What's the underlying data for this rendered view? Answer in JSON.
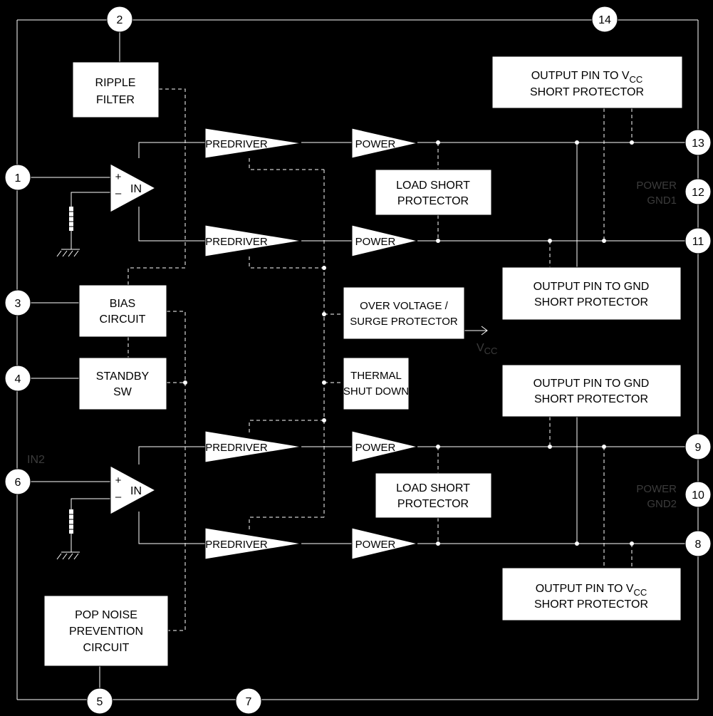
{
  "pins": {
    "p1": "1",
    "p2": "2",
    "p3": "3",
    "p4": "4",
    "p5": "5",
    "p6": "6",
    "p7": "7",
    "p8": "8",
    "p9": "9",
    "p10": "10",
    "p11": "11",
    "p12": "12",
    "p13": "13",
    "p14": "14"
  },
  "blocks": {
    "ripple_filter": [
      "RIPPLE",
      "FILTER"
    ],
    "bias_circuit": [
      "BIAS",
      "CIRCUIT"
    ],
    "standby_sw": [
      "STANDBY",
      "SW"
    ],
    "pop_noise": [
      "POP NOISE",
      "PREVENTION",
      "CIRCUIT"
    ],
    "load_short_1": [
      "LOAD SHORT",
      "PROTECTOR"
    ],
    "load_short_2": [
      "LOAD SHORT",
      "PROTECTOR"
    ],
    "over_voltage": [
      "OVER VOLTAGE /",
      "SURGE PROTECTOR"
    ],
    "thermal": [
      "THERMAL",
      "SHUT DOWN"
    ],
    "out_vcc_1": [
      "OUTPUT PIN TO V",
      "CC",
      "SHORT PROTECTOR"
    ],
    "out_gnd_1": [
      "OUTPUT PIN TO GND",
      "SHORT PROTECTOR"
    ],
    "out_gnd_2": [
      "OUTPUT PIN TO GND",
      "SHORT PROTECTOR"
    ],
    "out_vcc_2": [
      "OUTPUT PIN TO V",
      "CC",
      "SHORT PROTECTOR"
    ]
  },
  "amps": {
    "predriver": "PREDRIVER",
    "power": "POWER",
    "in": "IN",
    "plus": "+",
    "minus": "–"
  },
  "labels": {
    "power_gnd1": [
      "POWER",
      "GND1"
    ],
    "power_gnd2": [
      "POWER",
      "GND2"
    ],
    "in2": "IN2",
    "vcc": "V",
    "vcc_sub": "CC"
  }
}
